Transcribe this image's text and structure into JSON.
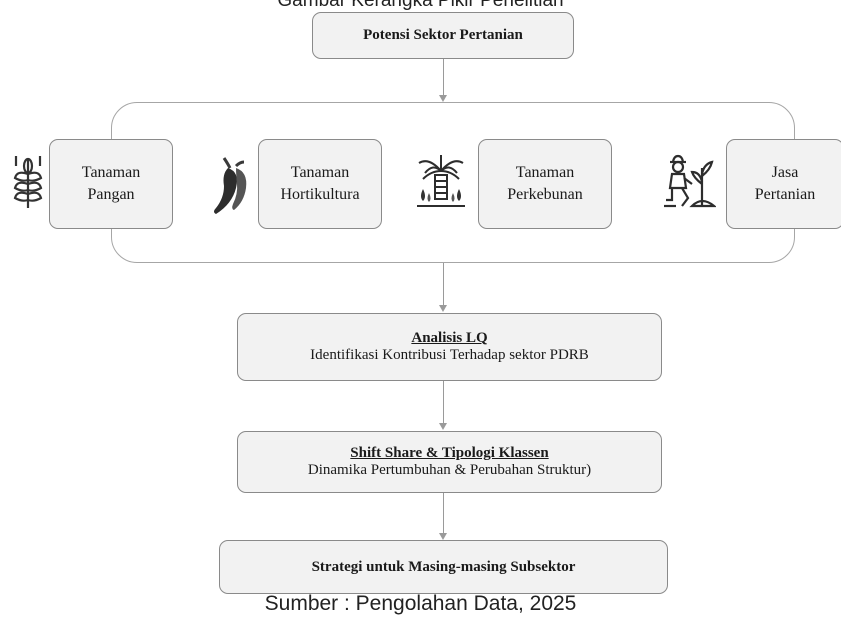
{
  "figure_title": "Gambar Kerangka Pikir Penelitian",
  "top_box": "Potensi Sektor Pertanian",
  "subsectors": [
    {
      "line1": "Tanaman",
      "line2": "Pangan",
      "icon": "wheat-icon"
    },
    {
      "line1": "Tanaman",
      "line2": "Hortikultura",
      "icon": "chili-icon"
    },
    {
      "line1": "Tanaman",
      "line2": "Perkebunan",
      "icon": "palm-tree-icon"
    },
    {
      "line1": "Jasa",
      "line2": "Pertanian",
      "icon": "farmer-icon"
    }
  ],
  "lq_box": {
    "title": "Analisis LQ",
    "desc": "Identifikasi  Kontribusi Terhadap  sektor PDRB"
  },
  "shift_box": {
    "title": "Shift Share & Tipologi Klassen",
    "desc": "Dinamika Pertumbuhan & Perubahan Struktur)"
  },
  "strategy_box": "Strategi  untuk Masing-masing Subsektor",
  "source": "Sumber : Pengolahan Data, 2025"
}
